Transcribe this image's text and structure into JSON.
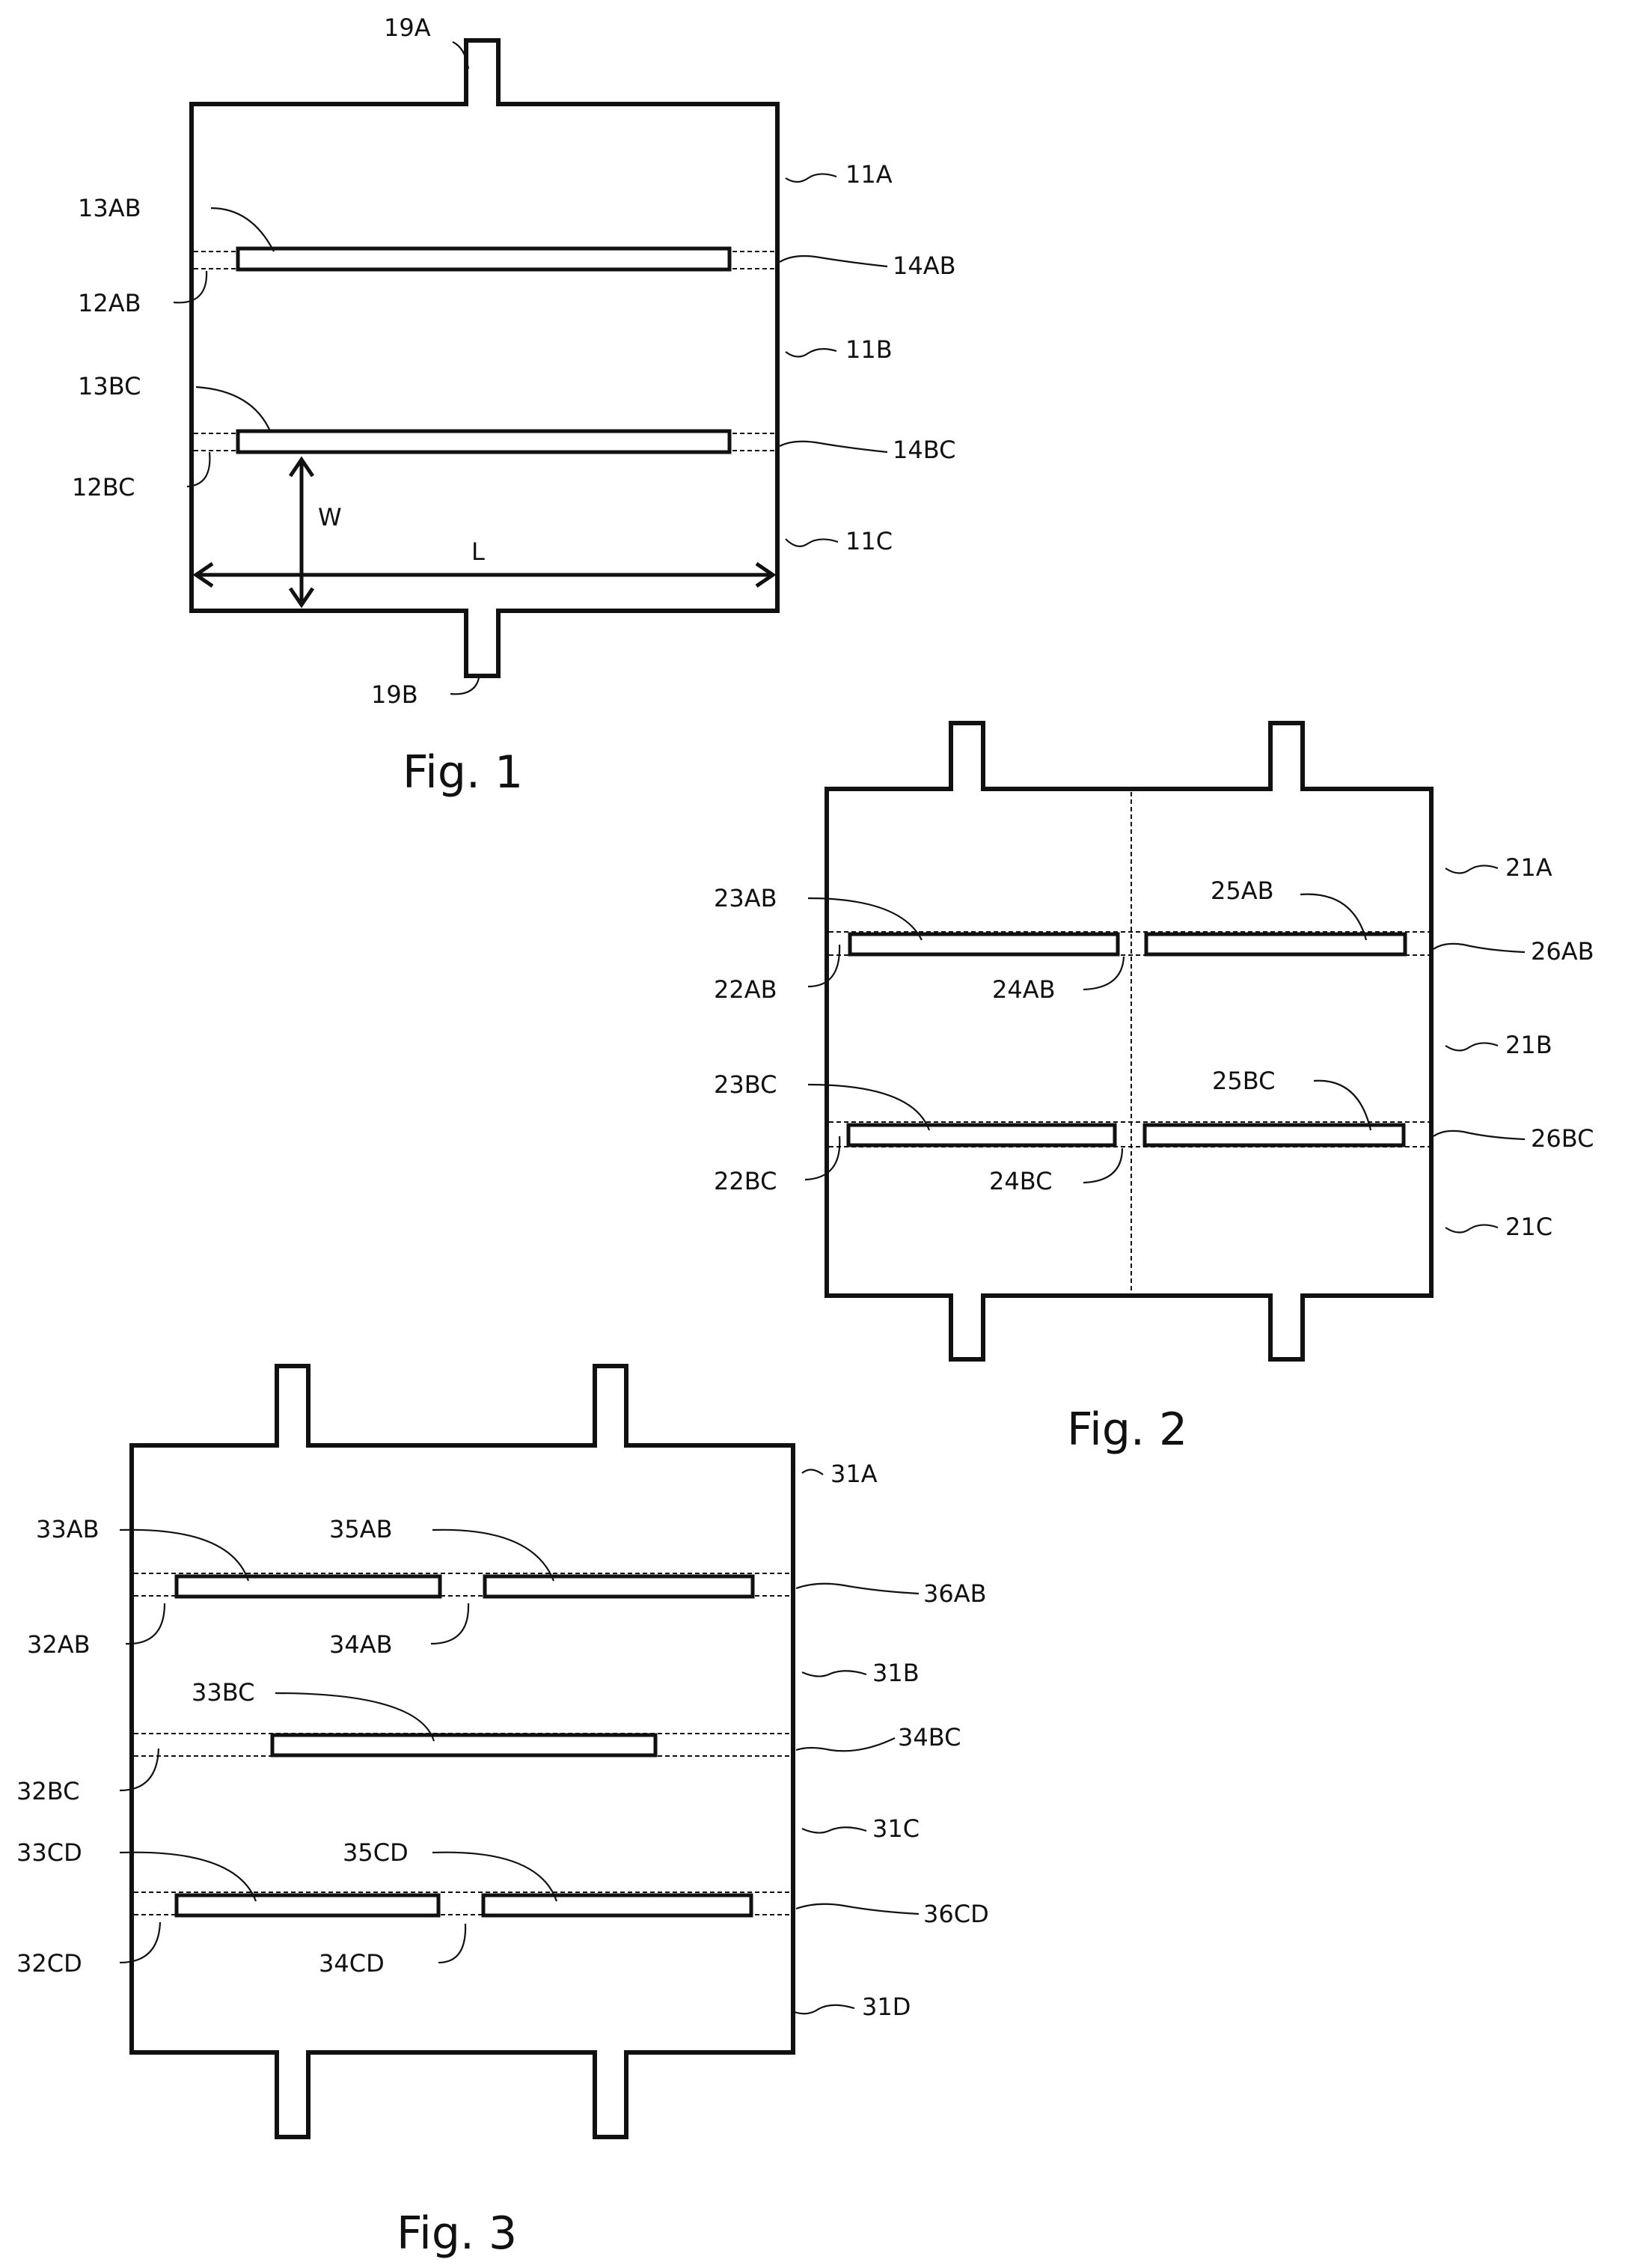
{
  "figures": [
    {
      "caption": "Fig. 1",
      "labels": {
        "19A": "19A",
        "11A": "11A",
        "13AB": "13AB",
        "14AB": "14AB",
        "12AB": "12AB",
        "11B": "11B",
        "13BC": "13BC",
        "14BC": "14BC",
        "12BC": "12BC",
        "W": "W",
        "L": "L",
        "11C": "11C",
        "19B": "19B"
      }
    },
    {
      "caption": "Fig. 2",
      "labels": {
        "21A": "21A",
        "23AB": "23AB",
        "25AB": "25AB",
        "26AB": "26AB",
        "22AB": "22AB",
        "24AB": "24AB",
        "21B": "21B",
        "23BC": "23BC",
        "25BC": "25BC",
        "26BC": "26BC",
        "22BC": "22BC",
        "24BC": "24BC",
        "21C": "21C"
      }
    },
    {
      "caption": "Fig. 3",
      "labels": {
        "31A": "31A",
        "33AB": "33AB",
        "35AB": "35AB",
        "36AB": "36AB",
        "32AB": "32AB",
        "34AB": "34AB",
        "31B": "31B",
        "33BC": "33BC",
        "34BC": "34BC",
        "32BC": "32BC",
        "31C": "31C",
        "33CD": "33CD",
        "35CD": "35CD",
        "36CD": "36CD",
        "32CD": "32CD",
        "34CD": "34CD",
        "31D": "31D"
      }
    }
  ]
}
